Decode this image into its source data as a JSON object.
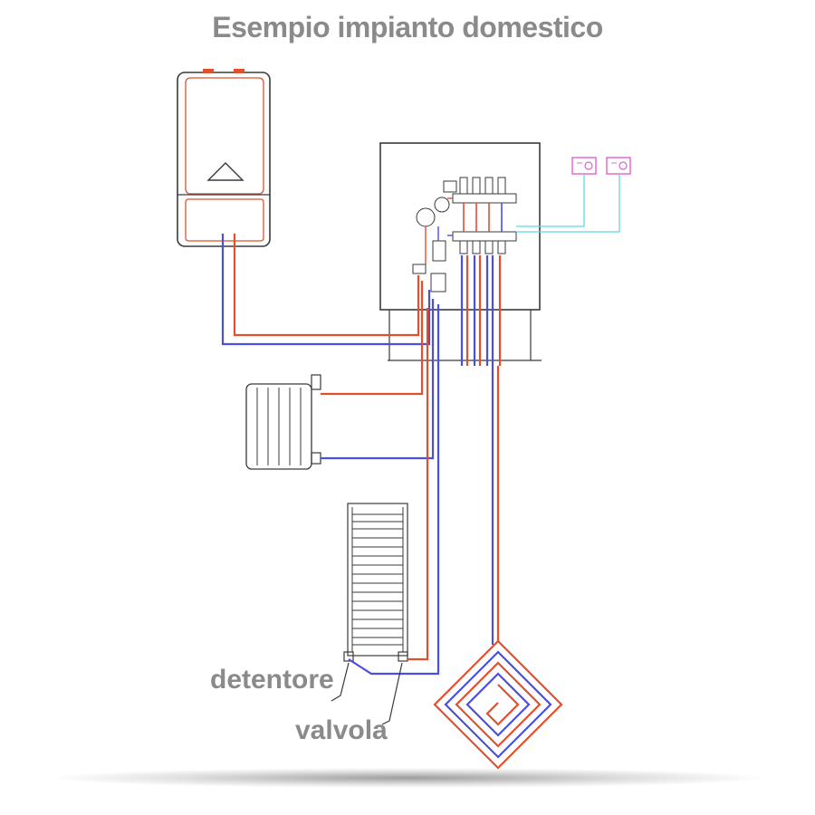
{
  "title": "Esempio impianto domestico",
  "labels": {
    "detentore": "detentore",
    "valvola": "valvola"
  },
  "colors": {
    "supply": "#e0502f",
    "return": "#4a4fe0",
    "control": "#5fd8e0",
    "thermostat": "#e060d0",
    "outline": "#3a3a3a",
    "text": "#8a8a8a"
  }
}
